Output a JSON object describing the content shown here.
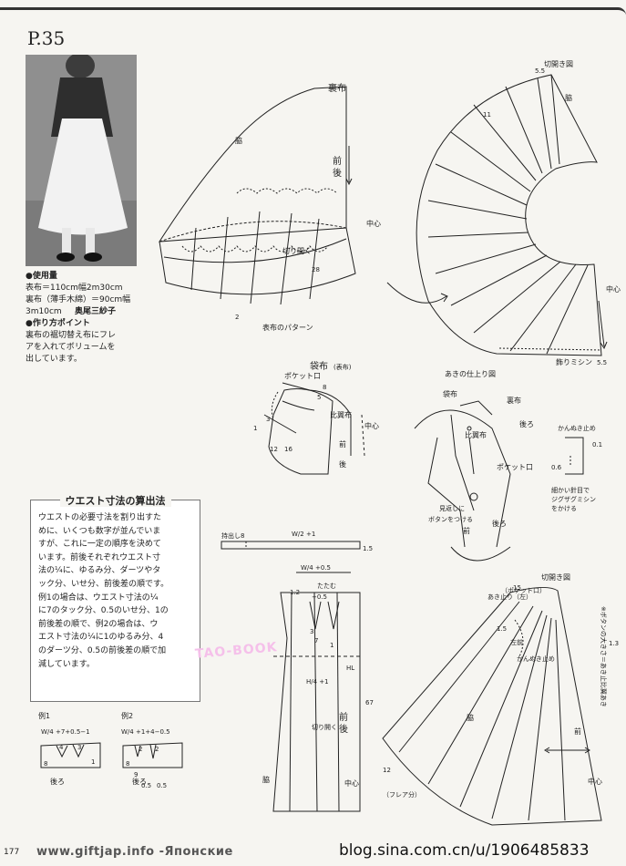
{
  "page": {
    "title": "P.35",
    "page_number": "177"
  },
  "info": {
    "materials_heading": "●使用量",
    "materials_line1": "表布＝110cm幅2m30cm",
    "materials_line2": "裏布（薄手木綿）＝90cm幅",
    "materials_line3": "3m10cm",
    "author": "奥尾三紗子",
    "tips_heading": "●作り方ポイント",
    "tips_line1": "裏布の裾切替え布にフレ",
    "tips_line2": "アを入れてボリュームを",
    "tips_line3": "出しています。"
  },
  "waist_box": {
    "title": "ウエスト寸法の算出法",
    "lines": [
      "ウエストの必要寸法を割り出すた",
      "めに、いくつも数字が並んでいま",
      "すが、これに一定の順序を決めて",
      "います。前後それぞれウエスト寸",
      "法の¼に、ゆるみ分、ダーツやタ",
      "ック分、いせ分、前後差の順です。",
      "例1の場合は、ウエスト寸法の¼",
      "に7のタック分、0.5のいせ分、1の",
      "前後差の順で、例2の場合は、ウ",
      "エスト寸法の¼に1のゆるみ分、4",
      "のダーツ分、0.5の前後差の順で加",
      "減しています。"
    ],
    "ex1_label": "例1",
    "ex1_formula": "W/4 +7+0.5−1",
    "ex2_label": "例2",
    "ex2_formula": "W/4 +1+4−0.5",
    "ex_back": "後ろ",
    "ex1_nums": [
      "4",
      "3",
      "8",
      "1"
    ],
    "ex2_nums": [
      "2",
      "2",
      "8",
      "9",
      "0.5",
      "0.5"
    ]
  },
  "lining": {
    "title": "裏布",
    "side": "脇",
    "front_back_1": "前",
    "front_back_2": "後",
    "center": "中心",
    "slash": "切り開く",
    "num_28": "28",
    "num_2": "2",
    "pattern_note": "表布のパターン"
  },
  "flared": {
    "title": "切開き図",
    "side": "脇",
    "center": "中心",
    "hem": "飾りミシン",
    "n55a": "5.5",
    "n55b": "5.5",
    "n11": "11"
  },
  "pocket_bag": {
    "title": "袋布",
    "title_sub": "(表布)",
    "pocket_opening": "ポケット口",
    "bias": "比翼布",
    "front_back_1": "前",
    "front_back_2": "後",
    "center": "中心",
    "nums": [
      "8",
      "5",
      "3",
      "12",
      "16",
      "1"
    ]
  },
  "finish": {
    "title": "あきの仕上り図",
    "pocket_bag": "袋布",
    "lining": "裏布",
    "back": "後ろ",
    "bias": "比翼布",
    "pocket_opening": "ポケット口",
    "fold_note": "見返しに",
    "button": "ボタンをつける",
    "front": "前",
    "back2": "後ろ",
    "bartack": "かんぬき止め",
    "stitch1": "細かい針目で",
    "stitch2": "ジグザグミシン",
    "stitch3": "をかける",
    "n01": "0.1",
    "n06": "0.6"
  },
  "waistband": {
    "extension": "持出し8",
    "formula": "W/2 +1",
    "n15": "1.5"
  },
  "skirt": {
    "top_formula": "W/4 +0.5",
    "tuck": "たたむ",
    "small": "+0.5",
    "hl": "HL",
    "hl_formula": "H/4 +1",
    "front_back_1": "前",
    "front_back_2": "後",
    "slash": "切り開く",
    "side": "脇",
    "center": "中心",
    "length": "67",
    "n12": "1.2",
    "n3": "3",
    "n1": "1",
    "n7": "7"
  },
  "front_flared": {
    "title": "切開き図",
    "opening_left": "あき止り（左）",
    "pocket_opening": "（ポケット口）",
    "left_front": "左前",
    "bartack": "かんぬき止め",
    "side": "脇",
    "front": "前",
    "center": "中心",
    "flare": "（フレア分）",
    "n15": "15",
    "n15b": "1.5",
    "n12": "12",
    "note": "※ボタンの大きさ＝あき止比翼あき",
    "n13": "1.3"
  },
  "footer": {
    "site": "www.giftjap.info -Японские",
    "blog": "blog.sina.com.cn/u/1906485833",
    "logo": "TAO-BOOK"
  }
}
